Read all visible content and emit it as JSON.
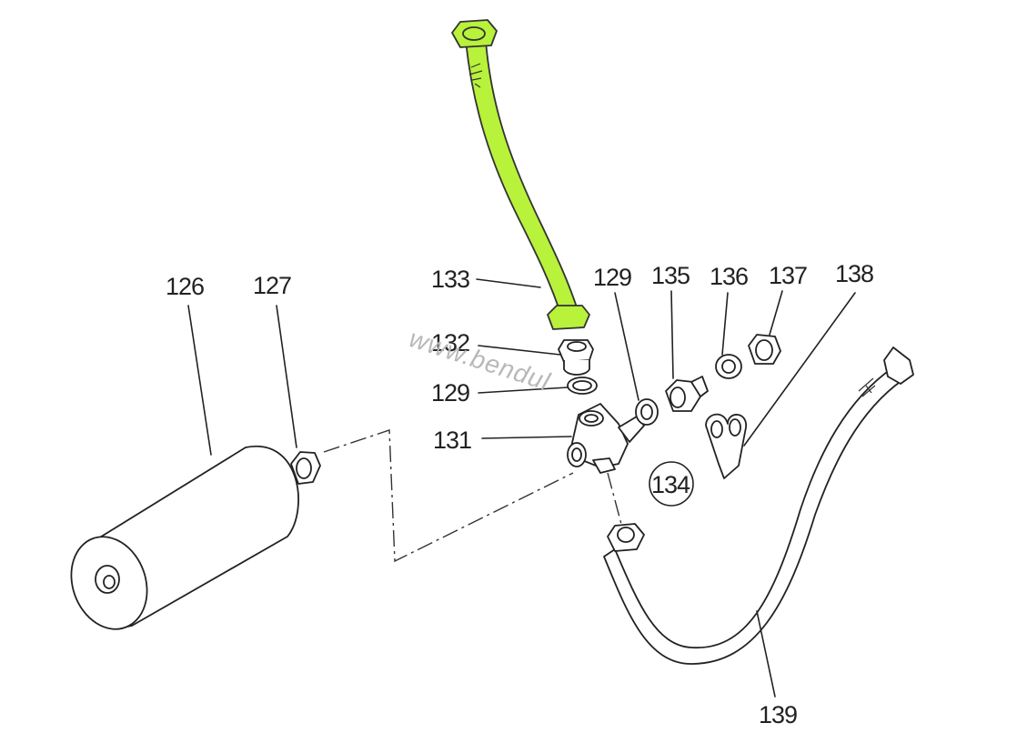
{
  "watermark": "www.bendul",
  "highlight_color": "#b8f23a",
  "callouts": {
    "p126": "126",
    "p127": "127",
    "p133": "133",
    "p132": "132",
    "p129_left": "129",
    "p131": "131",
    "p129_right": "129",
    "p135": "135",
    "p136": "136",
    "p137": "137",
    "p138": "138",
    "p134": "134",
    "p139": "139"
  }
}
